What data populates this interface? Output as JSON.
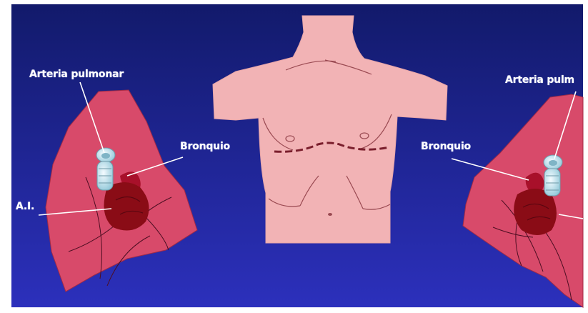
{
  "colors": {
    "background_top": "#121a6b",
    "background_bottom": "#2a2fb8",
    "torso": "#f2b3b5",
    "lung": "#d84a6a",
    "heart": "#8a0c16",
    "vessel": "#bfe2ee"
  },
  "labels": {
    "arteria_pulmonar_left": "Arteria pulmonar",
    "bronquio_left": "Bronquio",
    "ai_left": "A.I.",
    "bronquio_right": "Bronquio",
    "arteria_pulmonar_right": "Arteria pulm"
  }
}
